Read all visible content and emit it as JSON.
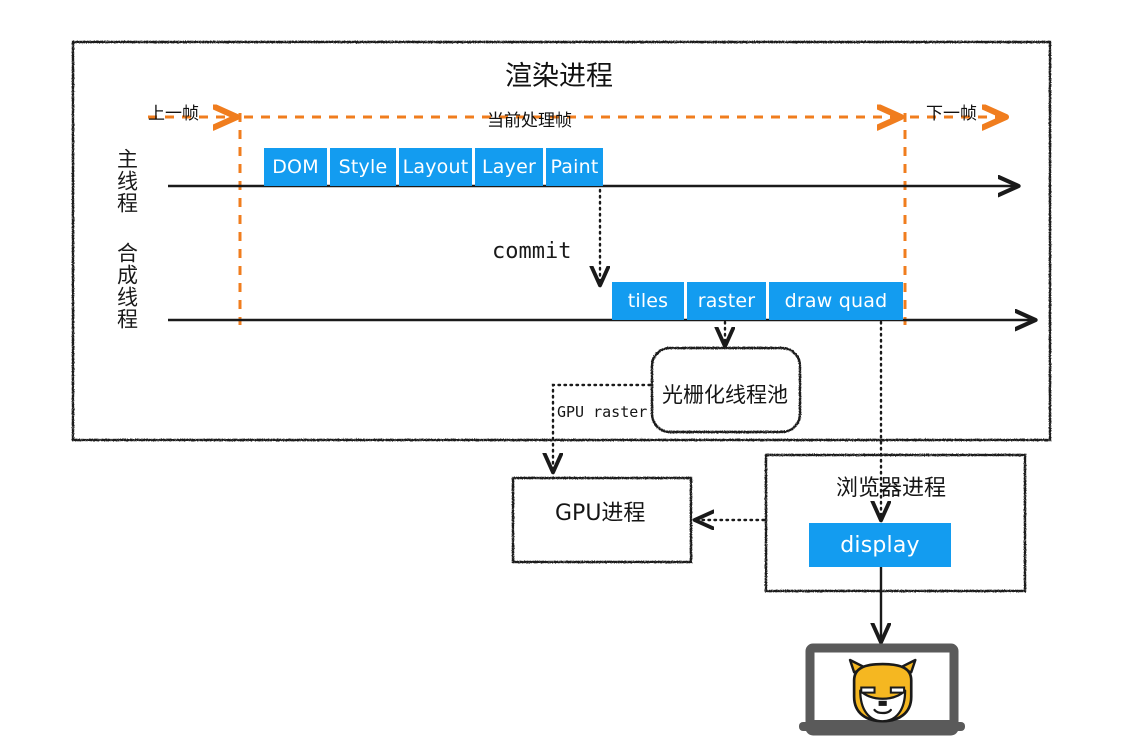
{
  "diagram": {
    "type": "flow-timeline",
    "title": "渲染进程",
    "colors": {
      "accent_blue": "#139CF0",
      "accent_orange": "#F07D1E",
      "stroke": "#1a1a1a",
      "background": "#ffffff",
      "laptop_gray": "#5a5a5a",
      "doge_orange": "#F5B721"
    },
    "frame_markers": [
      {
        "name": "previous-frame",
        "label": "上一帧"
      },
      {
        "name": "current-frame",
        "label": "当前处理帧"
      },
      {
        "name": "next-frame",
        "label": "下一帧"
      }
    ],
    "lanes": [
      {
        "name": "main-thread",
        "label": "主线程"
      },
      {
        "name": "compositor-thread",
        "label": "合成线程"
      }
    ],
    "main_thread_stages": [
      "DOM",
      "Style",
      "Layout",
      "Layer",
      "Paint"
    ],
    "compositor_stages": [
      "tiles",
      "raster",
      "draw quad"
    ],
    "commit_label": "commit",
    "gpu_raster_label": "GPU raster",
    "raster_pool_label": "光栅化线程池",
    "gpu_process_label": "GPU进程",
    "browser_process_label": "浏览器进程",
    "display_label": "display",
    "device": {
      "name": "laptop-screen",
      "content": "doge-face"
    }
  }
}
